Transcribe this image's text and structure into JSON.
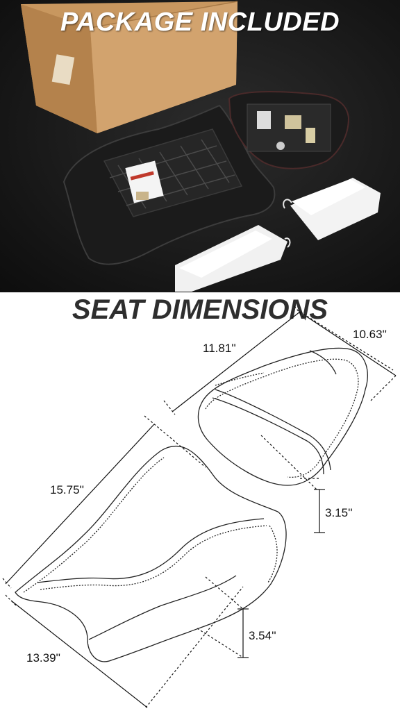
{
  "banner": {
    "title": "PACKAGE INCLUDED"
  },
  "section": {
    "title": "SEAT DIMENSIONS"
  },
  "dimensions": {
    "rear_length": "11.81''",
    "rear_width": "10.63''",
    "rear_height": "3.15''",
    "front_length": "15.75''",
    "front_width": "13.39''",
    "front_height": "3.54''"
  },
  "colors": {
    "photo_background": "#161616",
    "box": "#c99a66",
    "seat": "#1b1b1b",
    "bag": "#f1f1f1",
    "line_art": "#222222"
  }
}
